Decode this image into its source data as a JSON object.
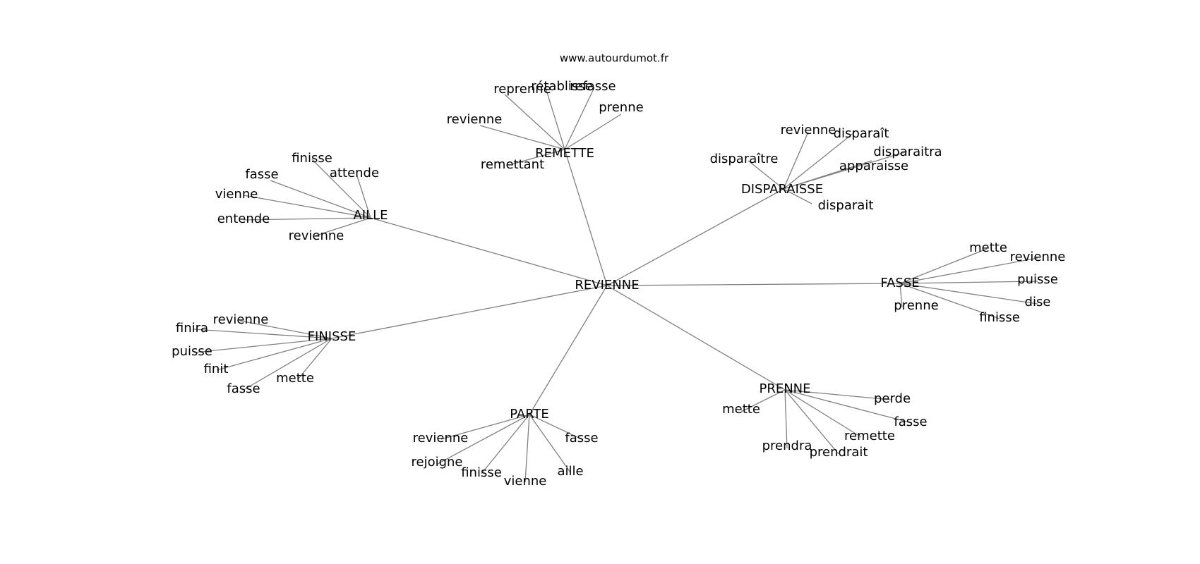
{
  "source": "www.autourdumot.fr",
  "center": {
    "label": "REVIENNE"
  },
  "clusters": [
    {
      "label": "REMETTE",
      "words": [
        "reprenne",
        "rétablisse",
        "refasse",
        "prenne",
        "revienne",
        "remettant"
      ]
    },
    {
      "label": "DISPARAISSE",
      "words": [
        "revienne",
        "disparaît",
        "disparaître",
        "disparaitra",
        "apparaisse",
        "disparait"
      ]
    },
    {
      "label": "AILLE",
      "words": [
        "finisse",
        "attende",
        "fasse",
        "vienne",
        "entende",
        "revienne"
      ]
    },
    {
      "label": "FASSE",
      "words": [
        "mette",
        "revienne",
        "puisse",
        "dise",
        "prenne",
        "finisse"
      ]
    },
    {
      "label": "FINISSE",
      "words": [
        "revienne",
        "finira",
        "puisse",
        "finit",
        "mette",
        "fasse"
      ]
    },
    {
      "label": "PRENNE",
      "words": [
        "mette",
        "perde",
        "fasse",
        "remette",
        "prendra",
        "prendrait"
      ]
    },
    {
      "label": "PARTE",
      "words": [
        "revienne",
        "fasse",
        "rejoigne",
        "finisse",
        "vienne",
        "aille"
      ]
    }
  ]
}
